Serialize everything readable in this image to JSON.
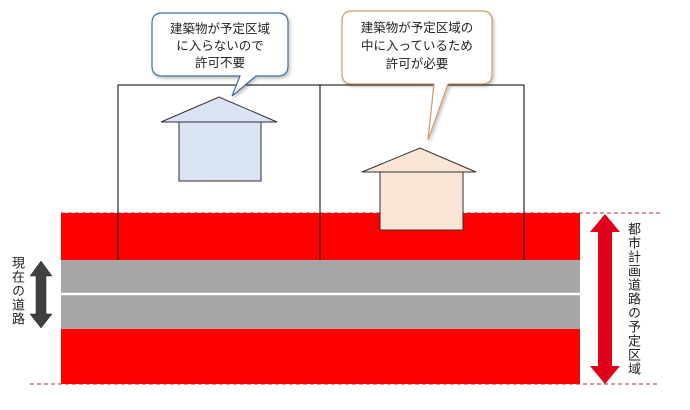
{
  "callouts": {
    "left": {
      "lines": [
        "建築物が予定区域",
        "に入らないので",
        "許可不要"
      ]
    },
    "right": {
      "lines": [
        "建築物が予定区域の",
        "中に入っているため",
        "許可が必要"
      ]
    }
  },
  "labels": {
    "current_road": "現在の道路",
    "planned_area": "都市計画道路の予定区域"
  },
  "colors": {
    "planned_zone_red": "#ff0000",
    "road_gray": "#a6a6a6",
    "house_outside_fill": "#dae3f3",
    "house_inside_fill": "#fbe5d6",
    "callout_left_border": "#41719c",
    "callout_right_border": "#c9a06a",
    "arrow_red": "#e0001a",
    "arrow_gray": "#404040"
  }
}
